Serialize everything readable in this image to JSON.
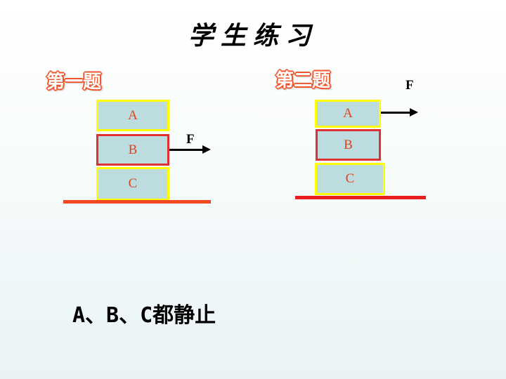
{
  "title": "学生练习",
  "q1": {
    "label": "第一题",
    "blocks": [
      "A",
      "B",
      "C"
    ],
    "force_label": "F"
  },
  "q2": {
    "label": "第二题",
    "blocks": [
      "A",
      "B",
      "C"
    ],
    "force_label": "F"
  },
  "statement": "A、B、C都静止",
  "colors": {
    "block_fill": "#bcdcdf",
    "block_border_yellow": "#ffff00",
    "block_border_red": "#e03131",
    "block_text": "#e0441b",
    "ground": "#f04a22",
    "label_outline": "#f0552b"
  }
}
